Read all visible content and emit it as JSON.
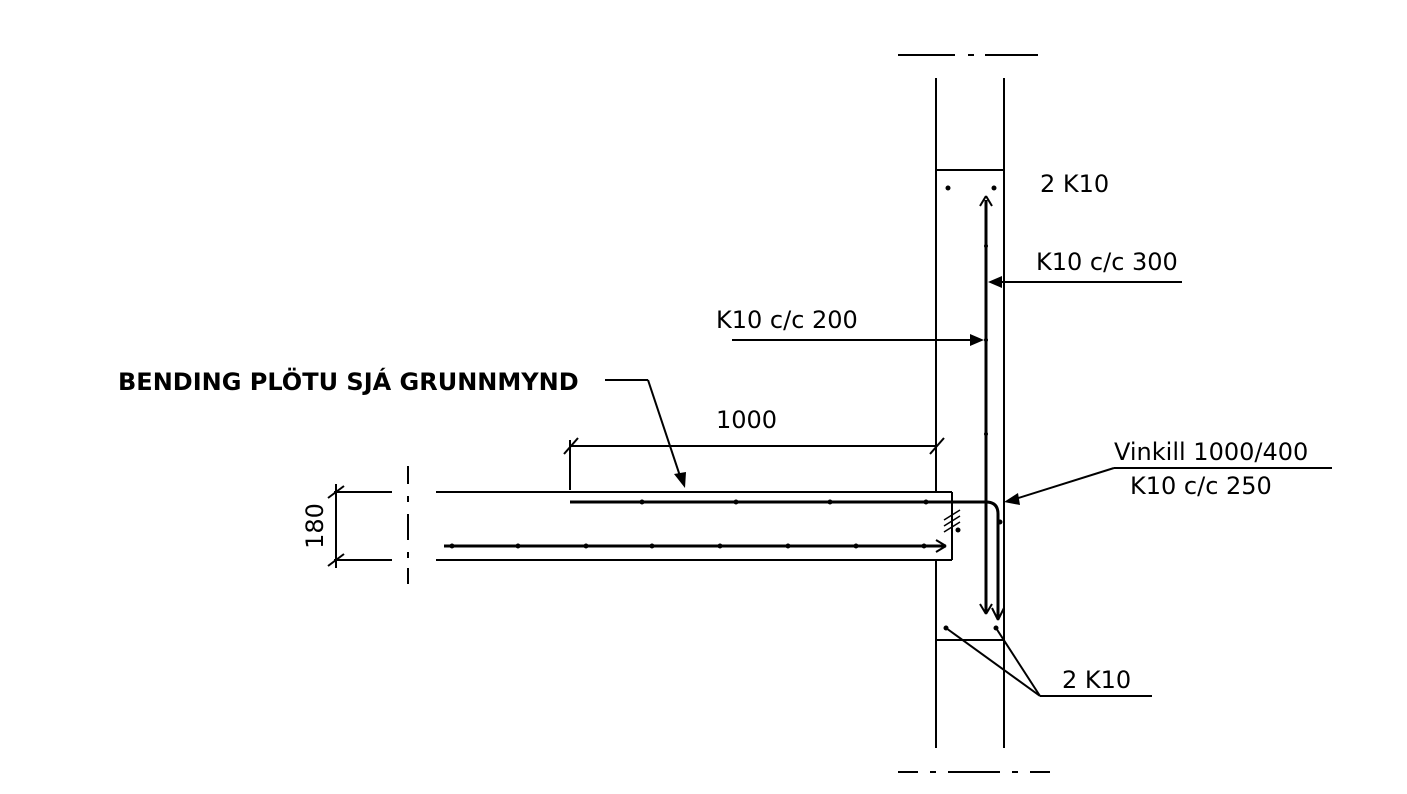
{
  "labels": {
    "top_rebar": "2 K10",
    "wall_outer_rebar": "K10 c/c 300",
    "wall_inner_rebar": "K10 c/c 200",
    "slab_note": "BENDING PLÖTU SJÁ GRUNNMYND",
    "anchor_length": "1000",
    "angle_bar": "Vinkill 1000/400",
    "angle_bar_spacing": "K10 c/c 250",
    "slab_thickness": "180",
    "bottom_rebar": "2 K10"
  }
}
